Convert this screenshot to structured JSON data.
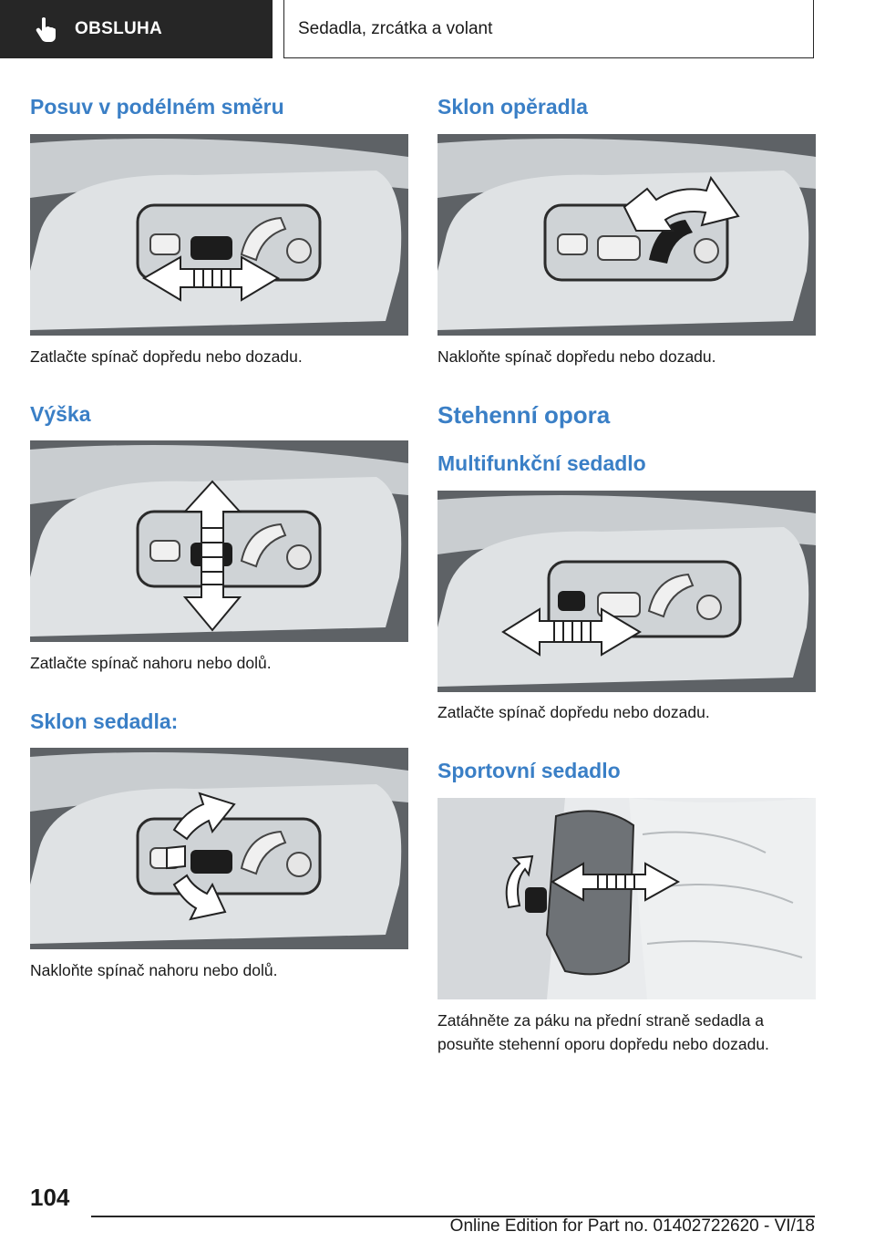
{
  "header": {
    "section": "OBSLUHA",
    "chapter": "Sedadla, zrcátka a volant",
    "icon": "hand-pointer-icon"
  },
  "left_column": {
    "s1": {
      "heading": "Posuv v podélném směru",
      "caption": "Zatlačte spínač dopředu nebo dozadu."
    },
    "s2": {
      "heading": "Výška",
      "caption": "Zatlačte spínač nahoru nebo dolů."
    },
    "s3": {
      "heading": "Sklon sedadla:",
      "caption": "Nakloňte spínač nahoru nebo dolů."
    }
  },
  "right_column": {
    "s4": {
      "heading": "Sklon opěradla",
      "caption": "Nakloňte spínač dopředu nebo dozadu."
    },
    "s5": {
      "heading": "Stehenní opora"
    },
    "s6": {
      "heading": "Multifunkční sedadlo",
      "caption": "Zatlačte spínač dopředu nebo dozadu."
    },
    "s7": {
      "heading": "Sportovní sedadlo",
      "caption_line1": "Zatáhněte za páku na přední straně sedadla a",
      "caption_line2": "posuňte stehenní oporu dopředu nebo dozadu."
    }
  },
  "footer": {
    "page_number": "104",
    "edition": "Online Edition for Part no. 01402722620 - VI/18"
  },
  "colors": {
    "heading": "#3a7fc6",
    "header_bg": "#262626"
  }
}
